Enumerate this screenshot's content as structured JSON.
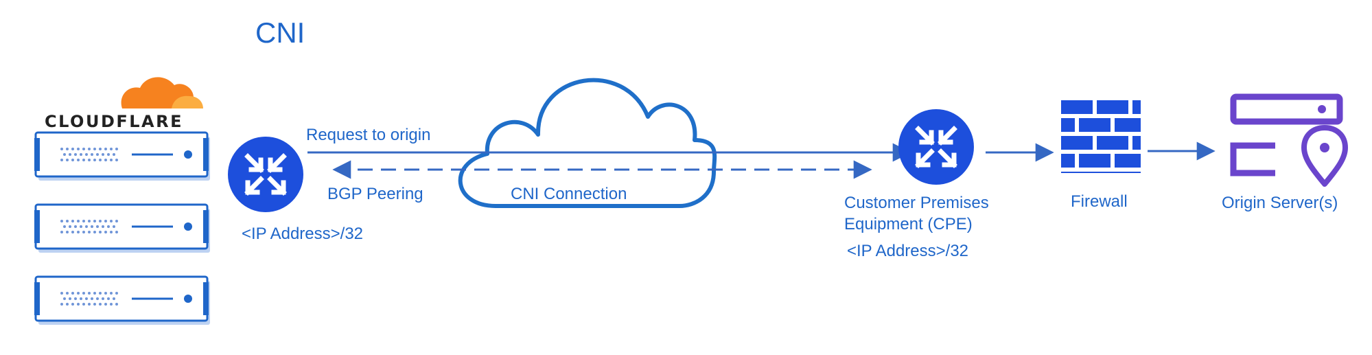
{
  "title": "CNI",
  "brand": {
    "name": "CLOUDFLARE"
  },
  "labels": {
    "request": "Request to origin",
    "bgp": "BGP Peering",
    "left_ip": "<IP Address>/32",
    "cni_connection": "CNI Connection",
    "cpe_line1": "Customer Premises",
    "cpe_line2": "Equipment (CPE)",
    "right_ip": "<IP Address>/32",
    "firewall": "Firewall",
    "origin": "Origin Server(s)"
  },
  "icons": {
    "logo": "cloudflare-logo",
    "servers": "server-rack-icon",
    "router": "router-icon",
    "cloud": "cloud-icon",
    "firewall": "brick-wall-icon",
    "origin": "origin-server-location-icon"
  },
  "colors": {
    "title": "#1f66c9",
    "router": "#1d4fdc",
    "line": "#3568c3",
    "label": "#1f66c9",
    "cloud": "#1f6fc9",
    "firewall": "#1d4fdc",
    "origin": "#6a45cc",
    "cloudflare_orange": "#f6821f",
    "server_face": "#ffffff",
    "server_shadow": "#bdd2f2"
  }
}
